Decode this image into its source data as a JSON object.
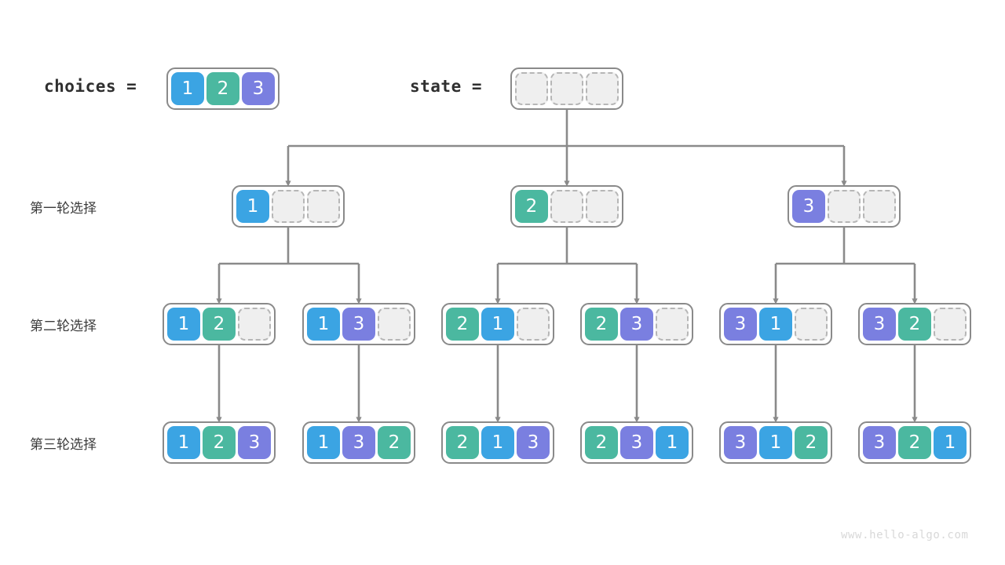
{
  "diagram": {
    "title": "permutation-backtracking-tree",
    "watermark": "www.hello-algo.com"
  },
  "colors": {
    "value_1": "#3BA4E3",
    "value_2": "#4BB8A0",
    "value_3": "#7A7FE0",
    "empty_fill": "#efefef",
    "empty_border": "#b6b6b6",
    "node_border": "#8a8a8a",
    "edge": "#8a8a8a",
    "label_text": "#3c3c3c",
    "watermark_text": "#d8d8d8"
  },
  "header": {
    "choices_label": "choices =",
    "choices_values": [
      "1",
      "2",
      "3"
    ],
    "state_label": "state =",
    "state_values": [
      "",
      "",
      ""
    ]
  },
  "rows": [
    {
      "label": "第一轮选择",
      "nodes": [
        {
          "cells": [
            "1",
            "",
            ""
          ]
        },
        {
          "cells": [
            "2",
            "",
            ""
          ]
        },
        {
          "cells": [
            "3",
            "",
            ""
          ]
        }
      ]
    },
    {
      "label": "第二轮选择",
      "nodes": [
        {
          "cells": [
            "1",
            "2",
            ""
          ]
        },
        {
          "cells": [
            "1",
            "3",
            ""
          ]
        },
        {
          "cells": [
            "2",
            "1",
            ""
          ]
        },
        {
          "cells": [
            "2",
            "3",
            ""
          ]
        },
        {
          "cells": [
            "3",
            "1",
            ""
          ]
        },
        {
          "cells": [
            "3",
            "2",
            ""
          ]
        }
      ]
    },
    {
      "label": "第三轮选择",
      "nodes": [
        {
          "cells": [
            "1",
            "2",
            "3"
          ]
        },
        {
          "cells": [
            "1",
            "3",
            "2"
          ]
        },
        {
          "cells": [
            "2",
            "1",
            "3"
          ]
        },
        {
          "cells": [
            "2",
            "3",
            "1"
          ]
        },
        {
          "cells": [
            "3",
            "1",
            "2"
          ]
        },
        {
          "cells": [
            "3",
            "2",
            "1"
          ]
        }
      ]
    }
  ]
}
